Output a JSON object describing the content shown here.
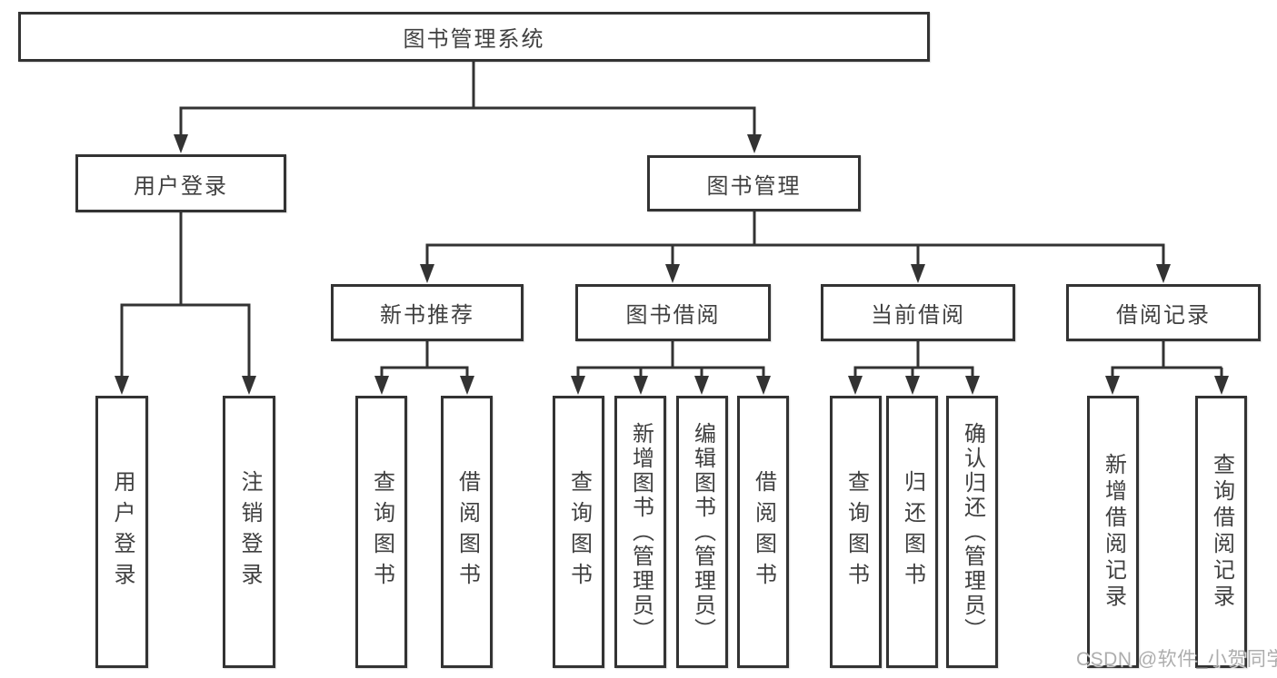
{
  "diagram": {
    "root": {
      "label": "图书管理系统"
    },
    "branches": [
      {
        "label": "用户登录",
        "children": [
          {
            "label": "用户登录"
          },
          {
            "label": "注销登录"
          }
        ]
      },
      {
        "label": "图书管理",
        "children": [
          {
            "label": "新书推荐",
            "children": [
              {
                "label": "查询图书"
              },
              {
                "label": "借阅图书"
              }
            ]
          },
          {
            "label": "图书借阅",
            "children": [
              {
                "label": "查询图书"
              },
              {
                "label": "新增图书（管理员）"
              },
              {
                "label": "编辑图书（管理员）"
              },
              {
                "label": "借阅图书"
              }
            ]
          },
          {
            "label": "当前借阅",
            "children": [
              {
                "label": "查询图书"
              },
              {
                "label": "归还图书"
              },
              {
                "label": "确认归还（管理员）"
              }
            ]
          },
          {
            "label": "借阅记录",
            "children": [
              {
                "label": "新增借阅记录"
              },
              {
                "label": "查询借阅记录"
              }
            ]
          }
        ]
      }
    ]
  },
  "watermark": {
    "text": "CSDN @软件_小贺同学"
  },
  "colors": {
    "line": "#333333",
    "text": "#404040",
    "box_background": "#ffffff",
    "watermark": "#adadad"
  }
}
